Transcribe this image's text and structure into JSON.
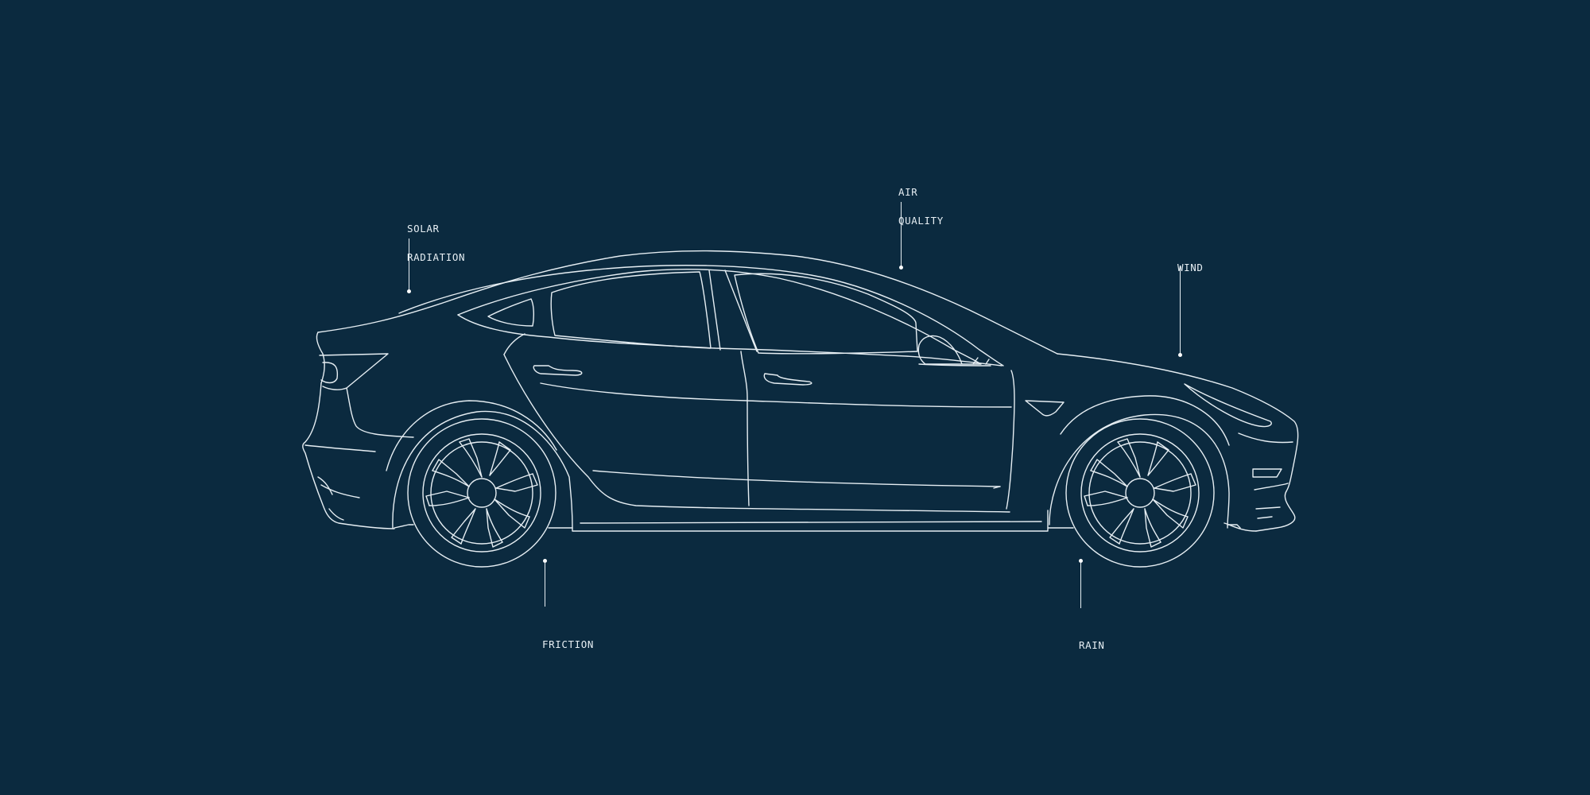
{
  "colors": {
    "background": "#0b2a3f",
    "line": "#e6eef3",
    "dot": "#ffffff"
  },
  "callouts": {
    "solar_radiation": {
      "line1": "SOLAR",
      "line2": "RADIATION"
    },
    "air_quality": {
      "line1": "AIR",
      "line2": "QUALITY"
    },
    "wind": {
      "line1": "WIND"
    },
    "friction": {
      "line1": "FRICTION"
    },
    "rain": {
      "line1": "RAIN"
    }
  }
}
